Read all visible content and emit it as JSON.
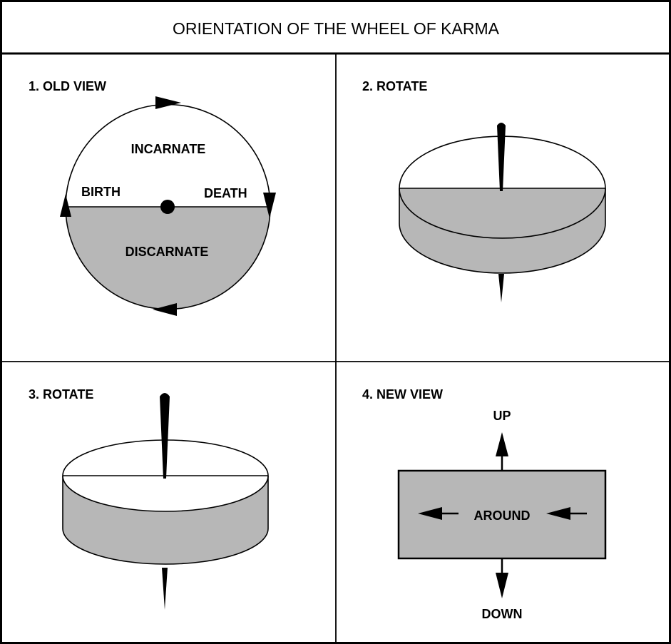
{
  "title": "ORIENTATION OF THE WHEEL OF KARMA",
  "panels": [
    {
      "label": "1. OLD VIEW",
      "texts": {
        "top": "INCARNATE",
        "left": "BIRTH",
        "right": "DEATH",
        "bottom": "DISCARNATE"
      }
    },
    {
      "label": "2. ROTATE"
    },
    {
      "label": "3. ROTATE"
    },
    {
      "label": "4. NEW VIEW",
      "texts": {
        "up": "UP",
        "center": "AROUND",
        "down": "DOWN"
      }
    }
  ],
  "colors": {
    "shade": "#b7b7b7",
    "ink": "#000000"
  },
  "icons": [
    "arrowhead-icon",
    "spindle-icon"
  ]
}
